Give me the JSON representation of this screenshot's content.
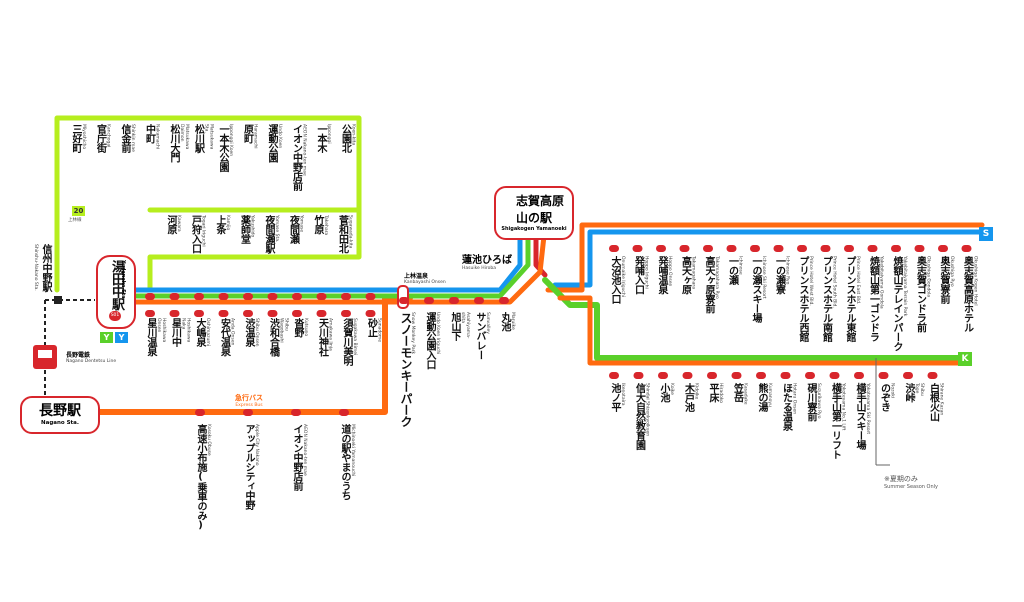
{
  "lines": {
    "green_color": "#5ad02a",
    "lime_color": "#b6ee1e",
    "orange_color": "#ff6a10",
    "blue_color": "#1596ee",
    "red_color": "#d8262c"
  },
  "hubs": {
    "yudanaka": {
      "name": "湯田中駅",
      "sub": "Yudanaka Sta.",
      "code": "S01"
    },
    "nagano": {
      "name": "長野駅",
      "sub": "Nagano Sta."
    },
    "shigakogen": {
      "name": "志賀高原",
      "name2": "山の駅",
      "sub": "Shigakogen Yamanoeki"
    },
    "shinshu": {
      "name": "信州中野駅",
      "sub": "Shinshu-Nakano Sta."
    }
  },
  "nagano_dentetsu": {
    "name": "長野電鉄",
    "sub": "Nagano Dentetsu Line"
  },
  "kanbayashi": {
    "name": "上林温泉",
    "sub": "Kanbayashi Onsen"
  },
  "hasuike": {
    "name": "蓮池ひろば",
    "sub": "Hasuike Hiroba"
  },
  "express_bus": {
    "name": "急行バス",
    "sub": "Express Bus"
  },
  "summer_note": {
    "text": "※夏期のみ",
    "sub": "Summer Season Only"
  },
  "route_badges": {
    "s": "S",
    "k": "K",
    "y1": "Y",
    "y2": "Y",
    "n20": "20",
    "n20_sub": "上林線"
  },
  "route20_upper": [
    {
      "name": "三好町",
      "sub": "Miyoshicho"
    },
    {
      "name": "官庁街",
      "sub": "Kanchogai"
    },
    {
      "name": "信金前",
      "sub": "Shinkin mae"
    },
    {
      "name": "中町",
      "sub": "Nakamachi"
    },
    {
      "name": "松川大門",
      "sub": "Matsukawa Daimon"
    },
    {
      "name": "松川駅",
      "sub": "Matsukawa Sta."
    },
    {
      "name": "一本木公園",
      "sub": "Ipponggi Koen"
    },
    {
      "name": "原町",
      "sub": "Haramachi"
    },
    {
      "name": "運動公園",
      "sub": "Undo Koen"
    },
    {
      "name": "イオン中野店前",
      "sub": "AEON Nakano-ten mae"
    },
    {
      "name": "一本木",
      "sub": "Ipponggi"
    },
    {
      "name": "公園北",
      "sub": "Koen-kita"
    }
  ],
  "route20_lower": [
    {
      "name": "河原",
      "sub": "Kawara"
    },
    {
      "name": "戸狩入口",
      "sub": "Togari Iriguchi"
    },
    {
      "name": "上条",
      "sub": "Kamijo"
    },
    {
      "name": "薬師堂",
      "sub": "Yakushido"
    },
    {
      "name": "夜間瀬駅",
      "sub": "Yomase Sta."
    },
    {
      "name": "夜間瀬",
      "sub": "Yomase"
    },
    {
      "name": "竹原",
      "sub": "Takehara"
    },
    {
      "name": "菅和田北",
      "sub": "Sugawada-kita"
    }
  ],
  "main_stops": [
    {
      "name": "星川温泉",
      "sub": "Hoshikawa Onsen"
    },
    {
      "name": "星川中",
      "sub": "Hoshikawa Naka"
    },
    {
      "name": "大嶋泉",
      "sub": "Oshimazumi"
    },
    {
      "name": "安代温泉",
      "sub": "Anda Onsen"
    },
    {
      "name": "渋温泉",
      "sub": "Shibu Onsen"
    },
    {
      "name": "渋和合橋",
      "sub": "Shibu Wagobashi"
    },
    {
      "name": "沓野",
      "sub": "Kutsuno"
    },
    {
      "name": "天川神社",
      "sub": "Amakawa Jinja"
    },
    {
      "name": "須賀川美明",
      "sub": "Sugakawa Bimei"
    },
    {
      "name": "砂止",
      "sub": "Sunadome"
    }
  ],
  "lower_stops": [
    {
      "name": "スノーモンキーパーク",
      "sub": "Snow Monkey Park"
    },
    {
      "name": "運動公園入口",
      "sub": "Undo Koen Iriguchi"
    },
    {
      "name": "旭山下",
      "sub": "Asahiyama-shita"
    },
    {
      "name": "サンバレー",
      "sub": "Sunvalley"
    },
    {
      "name": "丸池",
      "sub": "Maruike"
    }
  ],
  "express_stops": [
    {
      "name": "高速小布施",
      "note": "(乗車のみ)",
      "sub": "Kosoku Obuse"
    },
    {
      "name": "アップルシティ中野",
      "sub": "Apple City Nakano"
    },
    {
      "name": "イオン中野店前",
      "sub": "AEON Nakano-ten mae"
    },
    {
      "name": "道の駅やまのうち",
      "sub": "Michinoeki Yamanouchi"
    }
  ],
  "s_line_stops": [
    {
      "name": "大沼池入口",
      "sub": "Onumaike Iriguchi"
    },
    {
      "name": "発哺入口",
      "sub": "Hoppo Iriguchi"
    },
    {
      "name": "発哺温泉",
      "sub": "Hoppo Onsen"
    },
    {
      "name": "高天ヶ原",
      "sub": "Takamagahara"
    },
    {
      "name": "高天ヶ原寮前",
      "sub": "Takamagahara Ryo"
    },
    {
      "name": "一の瀬",
      "sub": "Ichinose"
    },
    {
      "name": "一の瀬スキー場",
      "sub": "Ichinose Ski Resort"
    },
    {
      "name": "一の瀬寮",
      "sub": "Ichinose Ryo"
    },
    {
      "name": "プリンスホテル西館",
      "sub": "Prince Hotel West Bld."
    },
    {
      "name": "プリンスホテル南館",
      "sub": "Prince Hotel South Bld."
    },
    {
      "name": "プリンスホテル東館",
      "sub": "Prince Hotel East Bld."
    },
    {
      "name": "焼額山第一ゴンドラ",
      "sub": "Yakebitaiyama Gondola"
    },
    {
      "name": "焼額山テレインパーク",
      "sub": "Yakebitaiyama Terrain Park"
    },
    {
      "name": "奥志賀ゴンドラ前",
      "sub": "Okushiga Gondola"
    },
    {
      "name": "奥志賀寮前",
      "sub": "Okushiga Ryo"
    },
    {
      "name": "奥志賀高原ホテル",
      "sub": "Okushiga Kogen Hotel"
    }
  ],
  "k_line_stops": [
    {
      "name": "池ノ平",
      "sub": "Ikenotaira"
    },
    {
      "name": "信大自然教育園",
      "sub": "Shindai Shizenkyoikuen"
    },
    {
      "name": "小池",
      "sub": "Koike"
    },
    {
      "name": "木戸池",
      "sub": "Kidoike"
    },
    {
      "name": "平床",
      "sub": "Hiradoko"
    },
    {
      "name": "笠岳",
      "sub": "Kasadake"
    },
    {
      "name": "熊の湯",
      "sub": "Kumanoyu"
    },
    {
      "name": "ほたる温泉",
      "sub": "Hotaru Onsen"
    },
    {
      "name": "硯川寮前",
      "sub": "Suzurikawa Ryo"
    },
    {
      "name": "横手山第一リフト",
      "sub": "Yokoteyama No.1 Lift"
    },
    {
      "name": "横手山スキー場",
      "sub": "Yokoteyama Ski Resort"
    },
    {
      "name": "のぞき",
      "sub": "Nozoki"
    },
    {
      "name": "渋峠",
      "sub": "Shibu Toge"
    },
    {
      "name": "白根火山",
      "sub": "Shirane Kazan"
    }
  ]
}
